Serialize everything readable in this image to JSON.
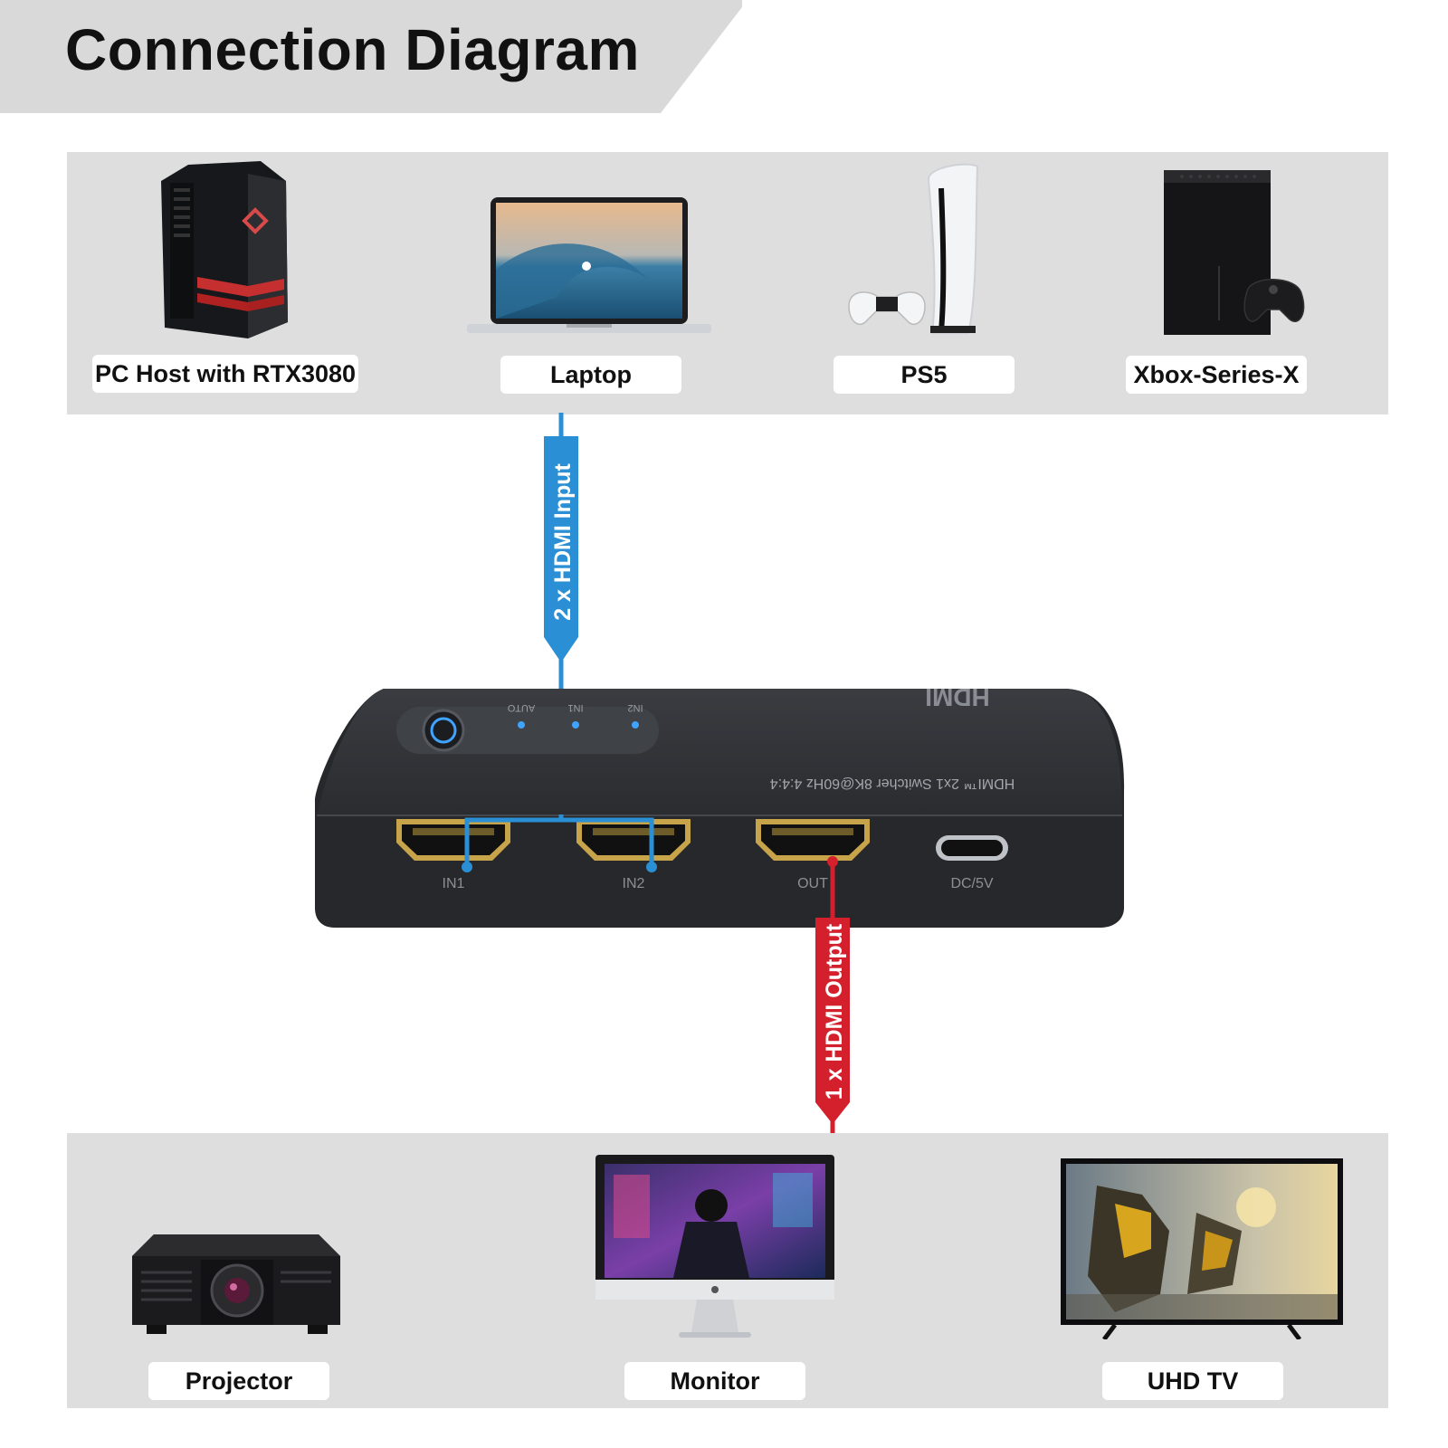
{
  "title": "Connection Diagram",
  "sources": [
    {
      "label": "PC Host with RTX3080",
      "icon": "pc-tower-icon"
    },
    {
      "label": "Laptop",
      "icon": "laptop-icon"
    },
    {
      "label": "PS5",
      "icon": "ps5-console-icon"
    },
    {
      "label": "Xbox-Series-X",
      "icon": "xbox-console-icon"
    }
  ],
  "displays": [
    {
      "label": "Projector",
      "icon": "projector-icon"
    },
    {
      "label": "Monitor",
      "icon": "monitor-icon"
    },
    {
      "label": "UHD TV",
      "icon": "tv-icon"
    }
  ],
  "input_arrow": {
    "label": "2 x HDMI Input",
    "color": "#2b8fd6"
  },
  "output_arrow": {
    "label": "1 x HDMI Output",
    "color": "#d41f2c"
  },
  "switcher": {
    "logo": "HDMI",
    "model_text": "HDMI™ 2x1 Switcher 8K@60Hz 4:4:4",
    "led_labels": [
      "AUTO",
      "IN1",
      "IN2"
    ],
    "ports": [
      "IN1",
      "IN2",
      "OUT",
      "DC/5V"
    ]
  },
  "colors": {
    "panel": "#dedede",
    "title_band": "#d9d9d9",
    "device_body": "#2a2c30"
  }
}
